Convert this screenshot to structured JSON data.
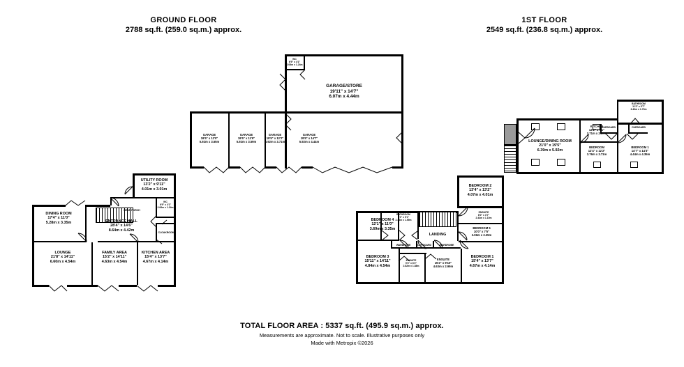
{
  "headings": {
    "ground": {
      "name": "GROUND FLOOR",
      "area": "2788 sq.ft. (259.0 sq.m.) approx."
    },
    "first": {
      "name": "1ST FLOOR",
      "area": "2549 sq.ft. (236.8 sq.m.) approx."
    }
  },
  "footer": {
    "total": "TOTAL FLOOR AREA : 5337 sq.ft. (495.9 sq.m.) approx.",
    "note1": "Measurements are approximate.  Not to scale.  Illustrative purposes only",
    "note2": "Made with Metropix ©2026"
  },
  "ground_floor": {
    "garage_block": [
      {
        "name": "GARAGE",
        "imperial": "19'5\"  x 12'0\"",
        "metric": "5.92m  x 3.65m"
      },
      {
        "name": "GARAGE",
        "imperial": "19'5\"  x 11'9\"",
        "metric": "5.92m  x 3.59m"
      },
      {
        "name": "GARAGE",
        "imperial": "19'5\"  x 12'2\"",
        "metric": "5.92m  x 3.71m"
      },
      {
        "name": "GARAGE",
        "imperial": "19'5\"  x 14'7\"",
        "metric": "5.92m  x 4.44m"
      }
    ],
    "garage_store": {
      "name": "GARAGE/STORE",
      "imperial": "19'11\"  x 14'7\"",
      "metric": "6.07m  x 4.44m"
    },
    "store_wc": {
      "name": "WC",
      "imperial": "6'9\"  x 4'1\"",
      "metric": "2.06m  x 1.24m"
    },
    "house": [
      {
        "name": "UTILITY ROOM",
        "imperial": "13'2\"  x 9'11\"",
        "metric": "4.01m  x 3.01m"
      },
      {
        "name": "DINING ROOM",
        "imperial": "17'4\"  x 11'0\"",
        "metric": "5.28m  x 3.35m"
      },
      {
        "name": "ENTRANCE HALL",
        "imperial": "28'4\"  x 14'6\"",
        "metric": "8.64m  x 4.42m"
      },
      {
        "name": "LOUNGE",
        "imperial": "21'8\"  x 14'11\"",
        "metric": "6.60m  x 4.54m"
      },
      {
        "name": "FAMILY AREA",
        "imperial": "15'2\"  x 14'11\"",
        "metric": "4.63m  x 4.54m"
      },
      {
        "name": "KITCHEN AREA",
        "imperial": "15'4\"  x 13'7\"",
        "metric": "4.67m  x 4.14m"
      },
      {
        "name": "WC",
        "imperial": "6'9\"  x 4'1\"",
        "metric": "2.06m  x 1.24m"
      }
    ],
    "small_labels": [
      {
        "name": "REAR PORCH"
      },
      {
        "name": "CLOAKROOM"
      }
    ]
  },
  "first_floor": {
    "left_block": [
      {
        "name": "BEDROOM 2",
        "imperial": "13'4\"  x 13'2\"",
        "metric": "4.07m  x 4.01m"
      },
      {
        "name": "BEDROOM 4",
        "imperial": "12'1\"  x 11'0\"",
        "metric": "3.69m  x 3.35m"
      },
      {
        "name": "BATHROOM",
        "imperial": "8'2\"  x 5'1\"",
        "metric": "2.48m  x 1.59m"
      },
      {
        "name": "ENSUITE",
        "imperial": "8'0\"  x 3'7\"",
        "metric": "2.44m  x 1.10m"
      },
      {
        "name": "BEDROOM 5",
        "imperial": "10'0\"  x 7'5\"",
        "metric": "3.06m  x 2.25m"
      },
      {
        "name": "BEDROOM 3",
        "imperial": "15'11\"  x 14'11\"",
        "metric": "4.84m  x 4.54m"
      },
      {
        "name": "ENSUITE",
        "imperial": "9'3\"  x 6'2\"",
        "metric": "2.82m  x 1.88m"
      },
      {
        "name": "ENSUITE",
        "imperial": "15'2\"  x 9'10\"",
        "metric": "4.63m  x 2.99m"
      },
      {
        "name": "BEDROOM 1",
        "imperial": "15'4\"  x 13'7\"",
        "metric": "4.67m  x 4.14m"
      }
    ],
    "left_small_labels": [
      {
        "name": "LANDING"
      },
      {
        "name": "WARDROBE"
      },
      {
        "name": "CUPBOARD"
      },
      {
        "name": "WARDROBE"
      }
    ],
    "right_block": [
      {
        "name": "LOUNGE/DINING ROOM",
        "imperial": "21'0\"  x 19'5\"",
        "metric": "6.39m  x 5.92m"
      },
      {
        "name": "KITCHEN",
        "imperial": "12'2\"  x 7'1\"",
        "metric": "3.71m  x 2.17m"
      },
      {
        "name": "BATHROOM",
        "imperial": "11'2\"  x 5'7\"",
        "metric": "3.40m  x 1.70m"
      },
      {
        "name": "BEDROOM",
        "imperial": "12'4\"  x 12'2\"",
        "metric": "3.76m  x 3.71m"
      },
      {
        "name": "BEDROOM 1",
        "imperial": "14'7\"  x 14'3\"",
        "metric": "4.44m  x 4.35m"
      }
    ],
    "right_small_labels": [
      {
        "name": "CUPBOARD"
      },
      {
        "name": "CUPBOARD"
      }
    ]
  },
  "colors": {
    "wall": "#000000",
    "paper": "#ffffff",
    "stair_fill": "#9a9a9a"
  }
}
